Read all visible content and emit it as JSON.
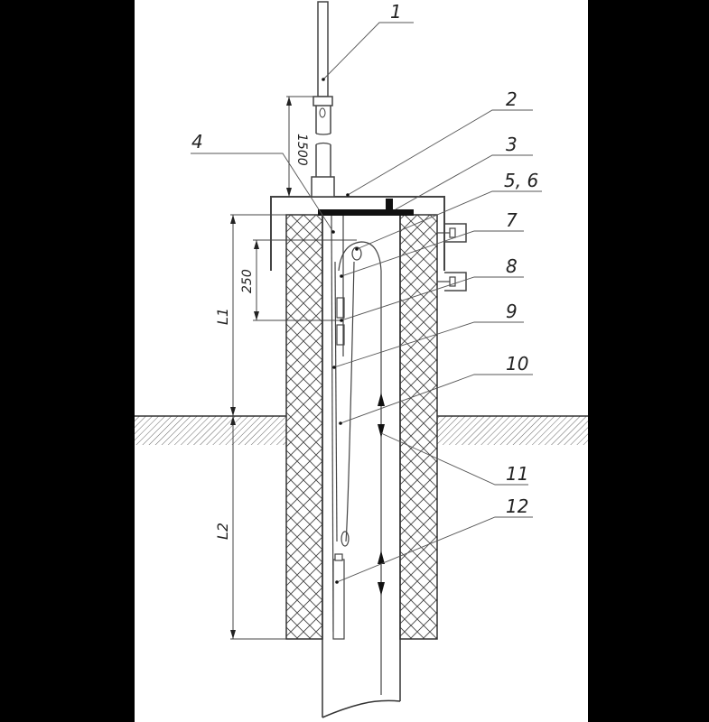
{
  "drawing": {
    "type": "technical cross-section drawing",
    "callouts": [
      {
        "id": "1",
        "label": "1"
      },
      {
        "id": "2",
        "label": "2"
      },
      {
        "id": "3",
        "label": "3"
      },
      {
        "id": "4",
        "label": "4"
      },
      {
        "id": "5-6",
        "label": "5, 6"
      },
      {
        "id": "7",
        "label": "7"
      },
      {
        "id": "8",
        "label": "8"
      },
      {
        "id": "9",
        "label": "9"
      },
      {
        "id": "10",
        "label": "10"
      },
      {
        "id": "11",
        "label": "11"
      },
      {
        "id": "12",
        "label": "12"
      }
    ],
    "dimensions": {
      "pipe_height": "1500",
      "upper_offset": "250",
      "l1": "L1",
      "l2": "L2"
    },
    "colors": {
      "background": "#000000",
      "sheet": "#ffffff",
      "line": "#333333"
    }
  }
}
